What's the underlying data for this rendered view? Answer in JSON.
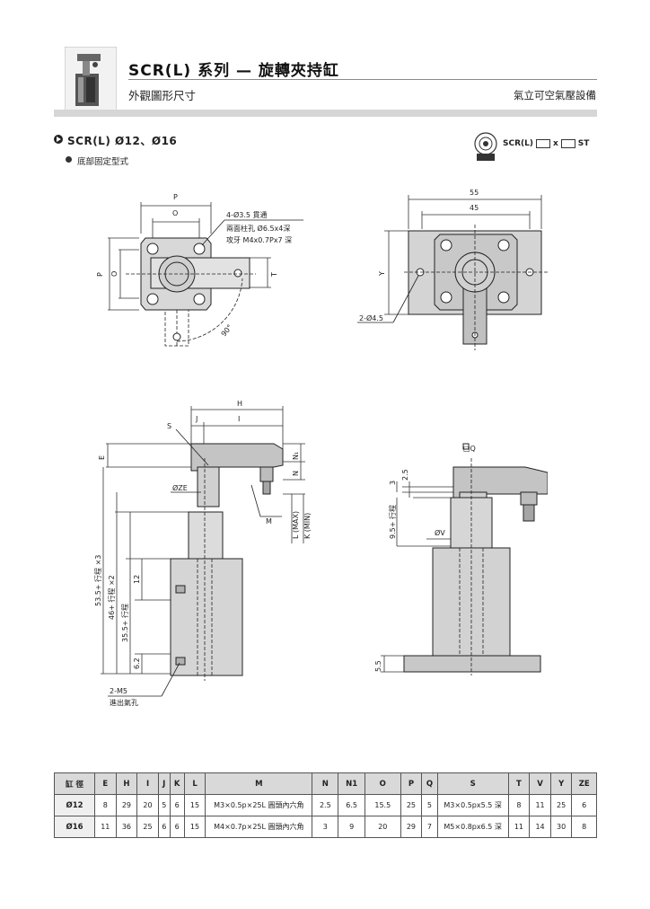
{
  "header": {
    "title": "SCR(L) 系列 — 旋轉夾持缸",
    "subtitle": "外觀圖形尺寸",
    "brand": "氣立可空氣壓設備"
  },
  "section": {
    "title": "SCR(L)  Ø12、Ø16",
    "subtitle": "底部固定型式",
    "order_prefix": "SCR(L)",
    "order_x": "x",
    "order_suffix": "ST"
  },
  "drawing_labels": {
    "top_left": {
      "P": "P",
      "O": "O",
      "P_side": "P",
      "O_side": "O",
      "T": "T",
      "note1": "4-Ø3.5 貫通",
      "note2": "兩面柱孔 Ø6.5x4深",
      "note3": "攻牙 M4x0.7Px7 深",
      "angle": "90°"
    },
    "top_right": {
      "w55": "55",
      "w45": "45",
      "Y": "Y",
      "hole": "2-Ø4.5"
    },
    "front": {
      "H": "H",
      "J": "J",
      "I": "I",
      "S": "S",
      "E": "E",
      "N1": "N₁",
      "N": "N",
      "ZE": "ØZE",
      "M": "M",
      "L": "L (MAX)",
      "K": "K (MIN)",
      "d53": "53.5+ 行程 ×3",
      "d46": "46+ 行程 ×2",
      "d35": "35.5+ 行程",
      "d12": "12",
      "d62": "6.2",
      "port": "2-M5",
      "port_note": "進出氣孔"
    },
    "side": {
      "Q": "□Q",
      "d3": "3",
      "d25": "2.5",
      "d95": "9.5+ 行程",
      "V": "ØV",
      "d55": "5.5"
    }
  },
  "table": {
    "headers": [
      "缸 徑",
      "E",
      "H",
      "I",
      "J",
      "K",
      "L",
      "M",
      "N",
      "N1",
      "O",
      "P",
      "Q",
      "S",
      "T",
      "V",
      "Y",
      "ZE"
    ],
    "rows": [
      [
        "Ø12",
        "8",
        "29",
        "20",
        "5",
        "6",
        "15",
        "M3×0.5p×25L 圓頭內六角",
        "2.5",
        "6.5",
        "15.5",
        "25",
        "5",
        "M3×0.5px5.5 深",
        "8",
        "11",
        "25",
        "6"
      ],
      [
        "Ø16",
        "11",
        "36",
        "25",
        "6",
        "6",
        "15",
        "M4×0.7p×25L 圓頭內六角",
        "3",
        "9",
        "20",
        "29",
        "7",
        "M5×0.8px6.5 深",
        "11",
        "14",
        "30",
        "8"
      ]
    ]
  }
}
